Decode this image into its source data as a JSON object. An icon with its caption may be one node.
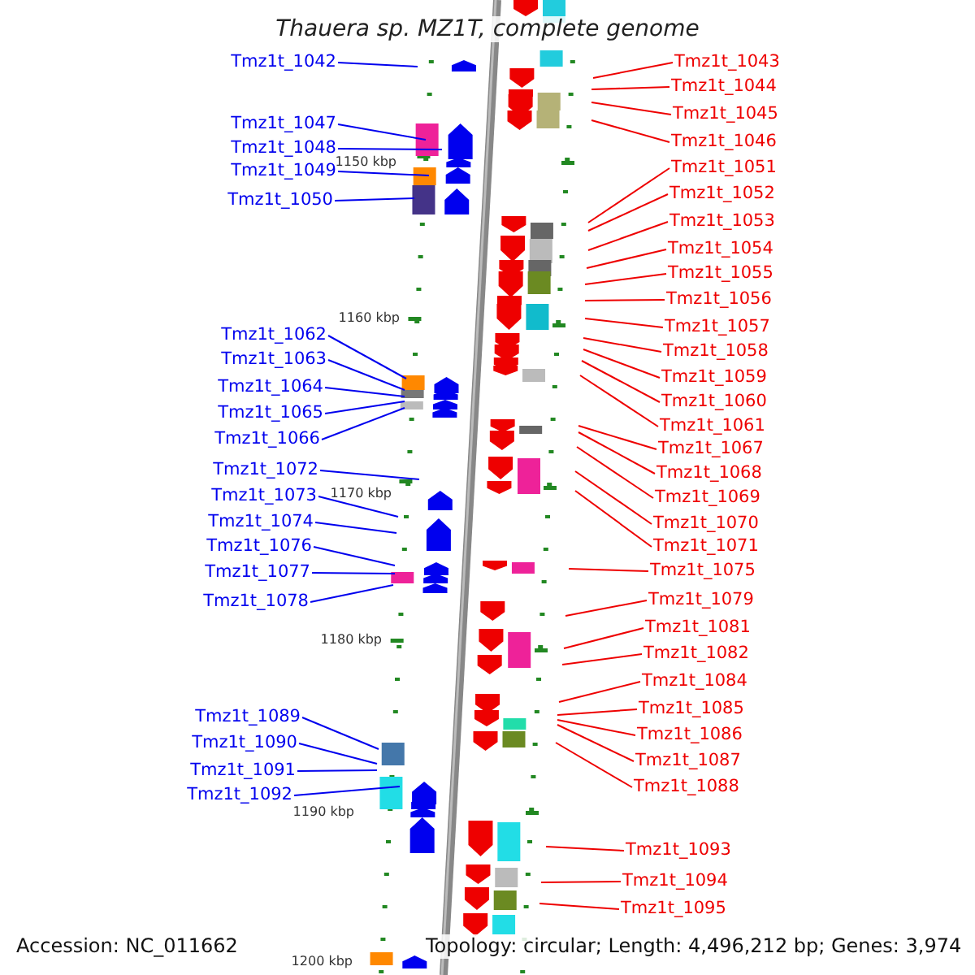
{
  "diagram": {
    "title": "Thauera sp. MZ1T, complete genome",
    "nodes": [
      {
        "text": [
          "Tmz1t_1042"
        ]
      },
      {
        "text": [
          "Tmz1t_1047"
        ]
      },
      {
        "text": [
          "Tmz1t_1048"
        ]
      },
      {
        "text": [
          "Tmz1t_1049"
        ]
      },
      {
        "text": [
          "Tmz1t_1050"
        ]
      },
      {
        "text": [
          "Tmz1t_1062"
        ]
      },
      {
        "text": [
          "Tmz1t_1063"
        ]
      },
      {
        "text": [
          "Tmz1t_1064"
        ]
      },
      {
        "text": [
          "Tmz1t_1065"
        ]
      },
      {
        "text": [
          "Tmz1t_1066"
        ]
      },
      {
        "text": [
          "Tmz1t_1072"
        ]
      },
      {
        "text": [
          "Tmz1t_1073"
        ]
      },
      {
        "text": [
          "Tmz1t_1074"
        ]
      },
      {
        "text": [
          "Tmz1t_1076"
        ]
      },
      {
        "text": [
          "Tmz1t_1077"
        ]
      },
      {
        "text": [
          "Tmz1t_1078"
        ]
      },
      {
        "text": [
          "Tmz1t_1089"
        ]
      },
      {
        "text": [
          "Tmz1t_1090"
        ]
      },
      {
        "text": [
          "Tmz1t_1091"
        ]
      },
      {
        "text": [
          "Tmz1t_1092"
        ]
      },
      {
        "text": [
          "Tmz1t_1043"
        ]
      },
      {
        "text": [
          "Tmz1t_1044"
        ]
      },
      {
        "text": [
          "Tmz1t_1045"
        ]
      },
      {
        "text": [
          "Tmz1t_1046"
        ]
      },
      {
        "text": [
          "Tmz1t_1051"
        ]
      },
      {
        "text": [
          "Tmz1t_1052"
        ]
      },
      {
        "text": [
          "Tmz1t_1053"
        ]
      },
      {
        "text": [
          "Tmz1t_1054"
        ]
      },
      {
        "text": [
          "Tmz1t_1055"
        ]
      },
      {
        "text": [
          "Tmz1t_1056"
        ]
      },
      {
        "text": [
          "Tmz1t_1057"
        ]
      },
      {
        "text": [
          "Tmz1t_1058"
        ]
      },
      {
        "text": [
          "Tmz1t_1059"
        ]
      },
      {
        "text": [
          "Tmz1t_1060"
        ]
      },
      {
        "text": [
          "Tmz1t_1061"
        ]
      },
      {
        "text": [
          "Tmz1t_1067"
        ]
      },
      {
        "text": [
          "Tmz1t_1068"
        ]
      },
      {
        "text": [
          "Tmz1t_1069"
        ]
      },
      {
        "text": [
          "Tmz1t_1070"
        ]
      },
      {
        "text": [
          "Tmz1t_1071"
        ]
      },
      {
        "text": [
          "Tmz1t_1075"
        ]
      },
      {
        "text": [
          "Tmz1t_1079"
        ]
      },
      {
        "text": [
          "Tmz1t_1081"
        ]
      },
      {
        "text": [
          "Tmz1t_1082"
        ]
      },
      {
        "text": [
          "Tmz1t_1084"
        ]
      },
      {
        "text": [
          "Tmz1t_1085"
        ]
      },
      {
        "text": [
          "Tmz1t_1086"
        ]
      },
      {
        "text": [
          "Tmz1t_1087"
        ]
      },
      {
        "text": [
          "Tmz1t_1088"
        ]
      },
      {
        "text": [
          "Tmz1t_1093"
        ]
      },
      {
        "text": [
          "Tmz1t_1094"
        ]
      },
      {
        "text": [
          "Tmz1t_1095"
        ]
      }
    ],
    "edges": [
      {
        "from": 0,
        "to": null,
        "arrow": "none",
        "color": "#0000ee"
      },
      {
        "from": 1,
        "to": null,
        "arrow": "none",
        "color": "#0000ee"
      },
      {
        "from": 2,
        "to": null,
        "arrow": "none",
        "color": "#0000ee"
      },
      {
        "from": 3,
        "to": null,
        "arrow": "none",
        "color": "#0000ee"
      },
      {
        "from": 4,
        "to": null,
        "arrow": "none",
        "color": "#0000ee"
      },
      {
        "from": 5,
        "to": null,
        "arrow": "none",
        "color": "#0000ee"
      },
      {
        "from": 6,
        "to": null,
        "arrow": "none",
        "color": "#0000ee"
      },
      {
        "from": 7,
        "to": null,
        "arrow": "none",
        "color": "#0000ee"
      },
      {
        "from": 8,
        "to": null,
        "arrow": "none",
        "color": "#0000ee"
      },
      {
        "from": 9,
        "to": null,
        "arrow": "none",
        "color": "#0000ee"
      },
      {
        "from": 10,
        "to": null,
        "arrow": "none",
        "color": "#0000ee"
      },
      {
        "from": 11,
        "to": null,
        "arrow": "none",
        "color": "#0000ee"
      },
      {
        "from": 12,
        "to": null,
        "arrow": "none",
        "color": "#0000ee"
      },
      {
        "from": 13,
        "to": null,
        "arrow": "none",
        "color": "#0000ee"
      },
      {
        "from": 14,
        "to": null,
        "arrow": "none",
        "color": "#0000ee"
      },
      {
        "from": 15,
        "to": null,
        "arrow": "none",
        "color": "#0000ee"
      },
      {
        "from": 16,
        "to": null,
        "arrow": "none",
        "color": "#0000ee"
      },
      {
        "from": 17,
        "to": null,
        "arrow": "none",
        "color": "#0000ee"
      },
      {
        "from": 18,
        "to": null,
        "arrow": "none",
        "color": "#0000ee"
      },
      {
        "from": 19,
        "to": null,
        "arrow": "none",
        "color": "#0000ee"
      },
      {
        "from": 20,
        "to": null,
        "arrow": "none"
      },
      {
        "from": 21,
        "to": null,
        "arrow": "none"
      },
      {
        "from": 22,
        "to": null,
        "arrow": "none"
      },
      {
        "from": 23,
        "to": null,
        "arrow": "none"
      },
      {
        "from": 24,
        "to": null,
        "arrow": "none"
      },
      {
        "from": 25,
        "to": null,
        "arrow": "none"
      },
      {
        "from": 26,
        "to": null,
        "arrow": "none"
      },
      {
        "from": 27,
        "to": null,
        "arrow": "none"
      },
      {
        "from": 28,
        "to": null,
        "arrow": "none"
      },
      {
        "from": 29,
        "to": null,
        "arrow": "none"
      },
      {
        "from": 30,
        "to": null,
        "arrow": "none"
      },
      {
        "from": 31,
        "to": null,
        "arrow": "none"
      },
      {
        "from": 32,
        "to": null,
        "arrow": "none"
      },
      {
        "from": 33,
        "to": null,
        "arrow": "none"
      },
      {
        "from": 34,
        "to": null,
        "arrow": "none"
      },
      {
        "from": 35,
        "to": null,
        "arrow": "none"
      },
      {
        "from": 36,
        "to": null,
        "arrow": "none"
      },
      {
        "from": 37,
        "to": null,
        "arrow": "none"
      },
      {
        "from": 38,
        "to": null,
        "arrow": "none"
      },
      {
        "from": 39,
        "to": null,
        "arrow": "none"
      },
      {
        "from": 40,
        "to": null,
        "arrow": "none"
      },
      {
        "from": 41,
        "to": null,
        "arrow": "none"
      },
      {
        "from": 42,
        "to": null,
        "arrow": "none"
      },
      {
        "from": 43,
        "to": null,
        "arrow": "none"
      },
      {
        "from": 44,
        "to": null,
        "arrow": "none"
      },
      {
        "from": 45,
        "to": null,
        "arrow": "none"
      },
      {
        "from": 46,
        "to": null,
        "arrow": "none"
      },
      {
        "from": 47,
        "to": null,
        "arrow": "none"
      },
      {
        "from": 48,
        "to": null,
        "arrow": "none"
      },
      {
        "from": 49,
        "to": null,
        "arrow": "none"
      },
      {
        "from": 50,
        "to": null,
        "arrow": "none"
      },
      {
        "from": 51,
        "to": null,
        "arrow": "none"
      }
    ],
    "labels": [
      "1150 kbp",
      "1160 kbp",
      "1170 kbp",
      "1180 kbp",
      "1190 kbp",
      "1200 kbp",
      "Accession: NC_011662",
      "Topology: circular; Length: 4,496,212 bp; Genes: 3,974"
    ]
  }
}
